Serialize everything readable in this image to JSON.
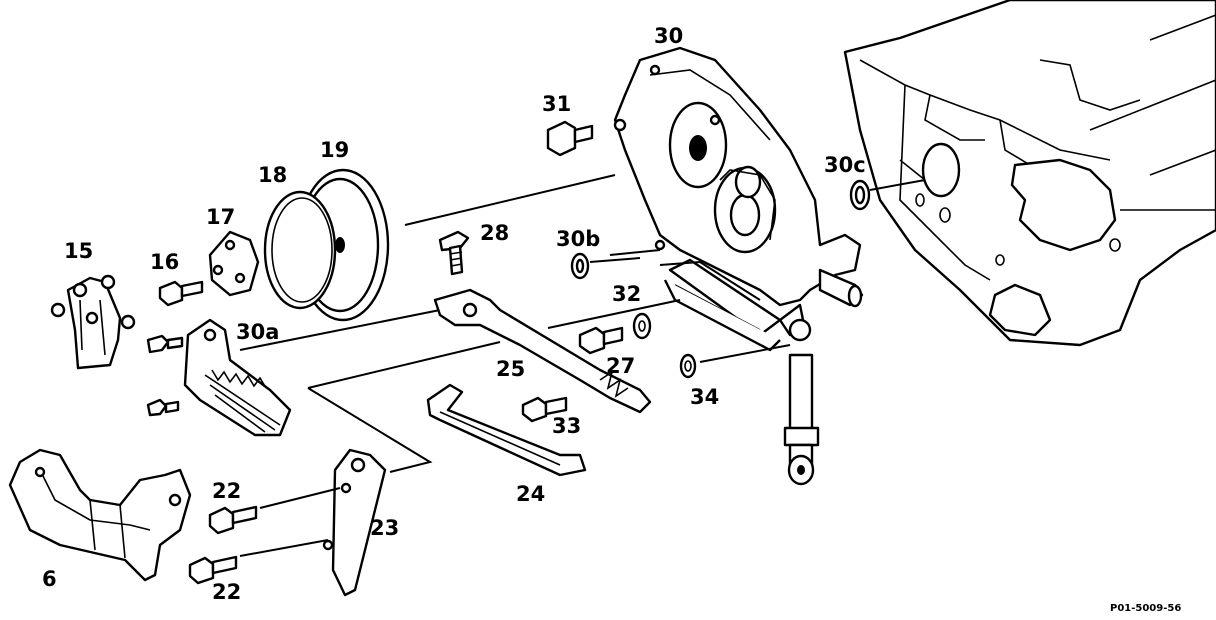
{
  "labels": {
    "p6": "6",
    "p15": "15",
    "p16": "16",
    "p17": "17",
    "p18": "18",
    "p19": "19",
    "p22a": "22",
    "p22b": "22",
    "p23": "23",
    "p24": "24",
    "p25": "25",
    "p27": "27",
    "p28": "28",
    "p30": "30",
    "p30a": "30a",
    "p30b": "30b",
    "p30c": "30c",
    "p31": "31",
    "p32": "32",
    "p33": "33",
    "p34": "34"
  },
  "figure_code": "P01-5009-56"
}
